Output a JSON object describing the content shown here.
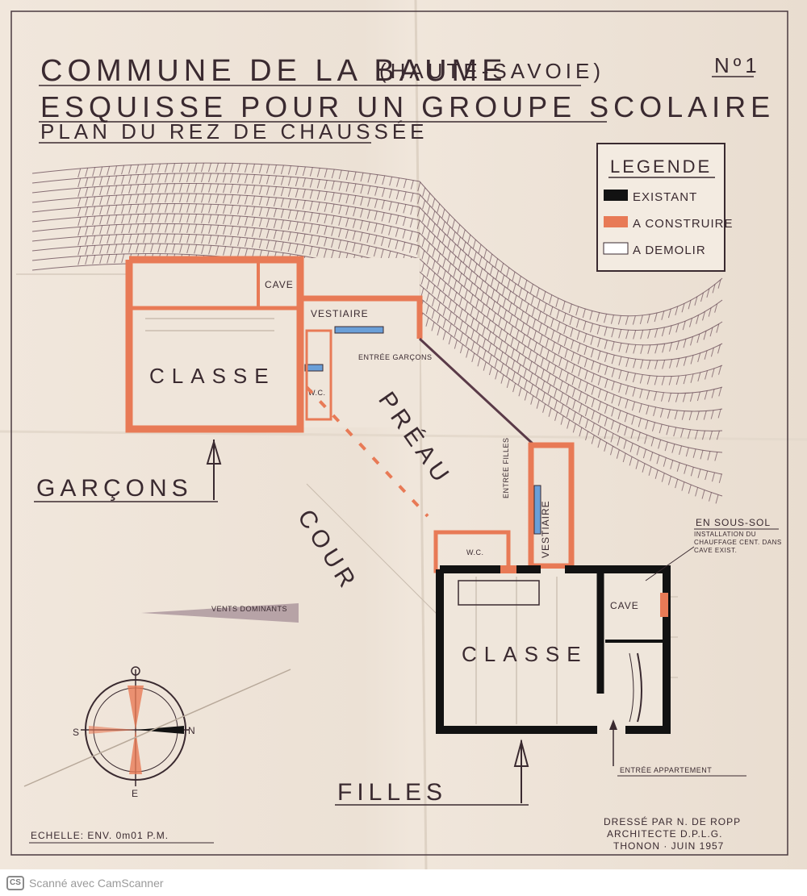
{
  "title": {
    "line1": "COMMUNE DE LA BAUME",
    "line1_region": "(HAUTE-SAVOIE)",
    "line2": "ESQUISSE POUR UN GROUPE SCOLAIRE",
    "line3": "PLAN DU REZ DE CHAUSSÉE",
    "sheet_number": "Nº1"
  },
  "legend": {
    "title": "LEGENDE",
    "items": [
      {
        "label": "EXISTANT",
        "color": "#121212"
      },
      {
        "label": "A CONSTRUIRE",
        "color": "#e87a56"
      },
      {
        "label": "A DEMOLIR",
        "color": "#ffffff"
      }
    ]
  },
  "rooms": {
    "boys_classroom": "CLASSE",
    "boys_cave": "CAVE",
    "boys_vestiaire": "VESTIAIRE",
    "boys_entrance": "ENTRÉE GARÇONS",
    "boys_wc": "W.C.",
    "preau": "PRÉAU",
    "cour": "COUR",
    "girls_classroom": "CLASSE",
    "girls_cave": "CAVE",
    "girls_vestiaire": "VESTIAIRE",
    "girls_entrance": "ENTRÉE FILLES",
    "girls_wc": "W.C."
  },
  "labels": {
    "garcons": "GARÇONS",
    "filles": "FILLES",
    "vents": "VENTS DOMINANTS",
    "sous_sol_title": "EN SOUS-SOL",
    "sous_sol_note": "INSTALLATION DU CHAUFFAGE CENT. DANS CAVE EXIST.",
    "entree_appartement": "ENTRÉE APPARTEMENT",
    "scale": "ECHELLE: ENV. 0m01 P.M."
  },
  "compass": {
    "n": "N",
    "s": "S",
    "e": "E"
  },
  "credits": {
    "line1": "DRESSÉ PAR N. DE ROPP",
    "line2": "ARCHITECTE D.P.L.G.",
    "line3": "THONON · JUIN 1957"
  },
  "footer": {
    "badge": "CS",
    "text": "Scanné avec CamScanner"
  },
  "colors": {
    "ink": "#3a2a30",
    "existing": "#121212",
    "to_build": "#e87a56",
    "terrain": "#5a3a48",
    "blue": "#6a9fd8"
  }
}
